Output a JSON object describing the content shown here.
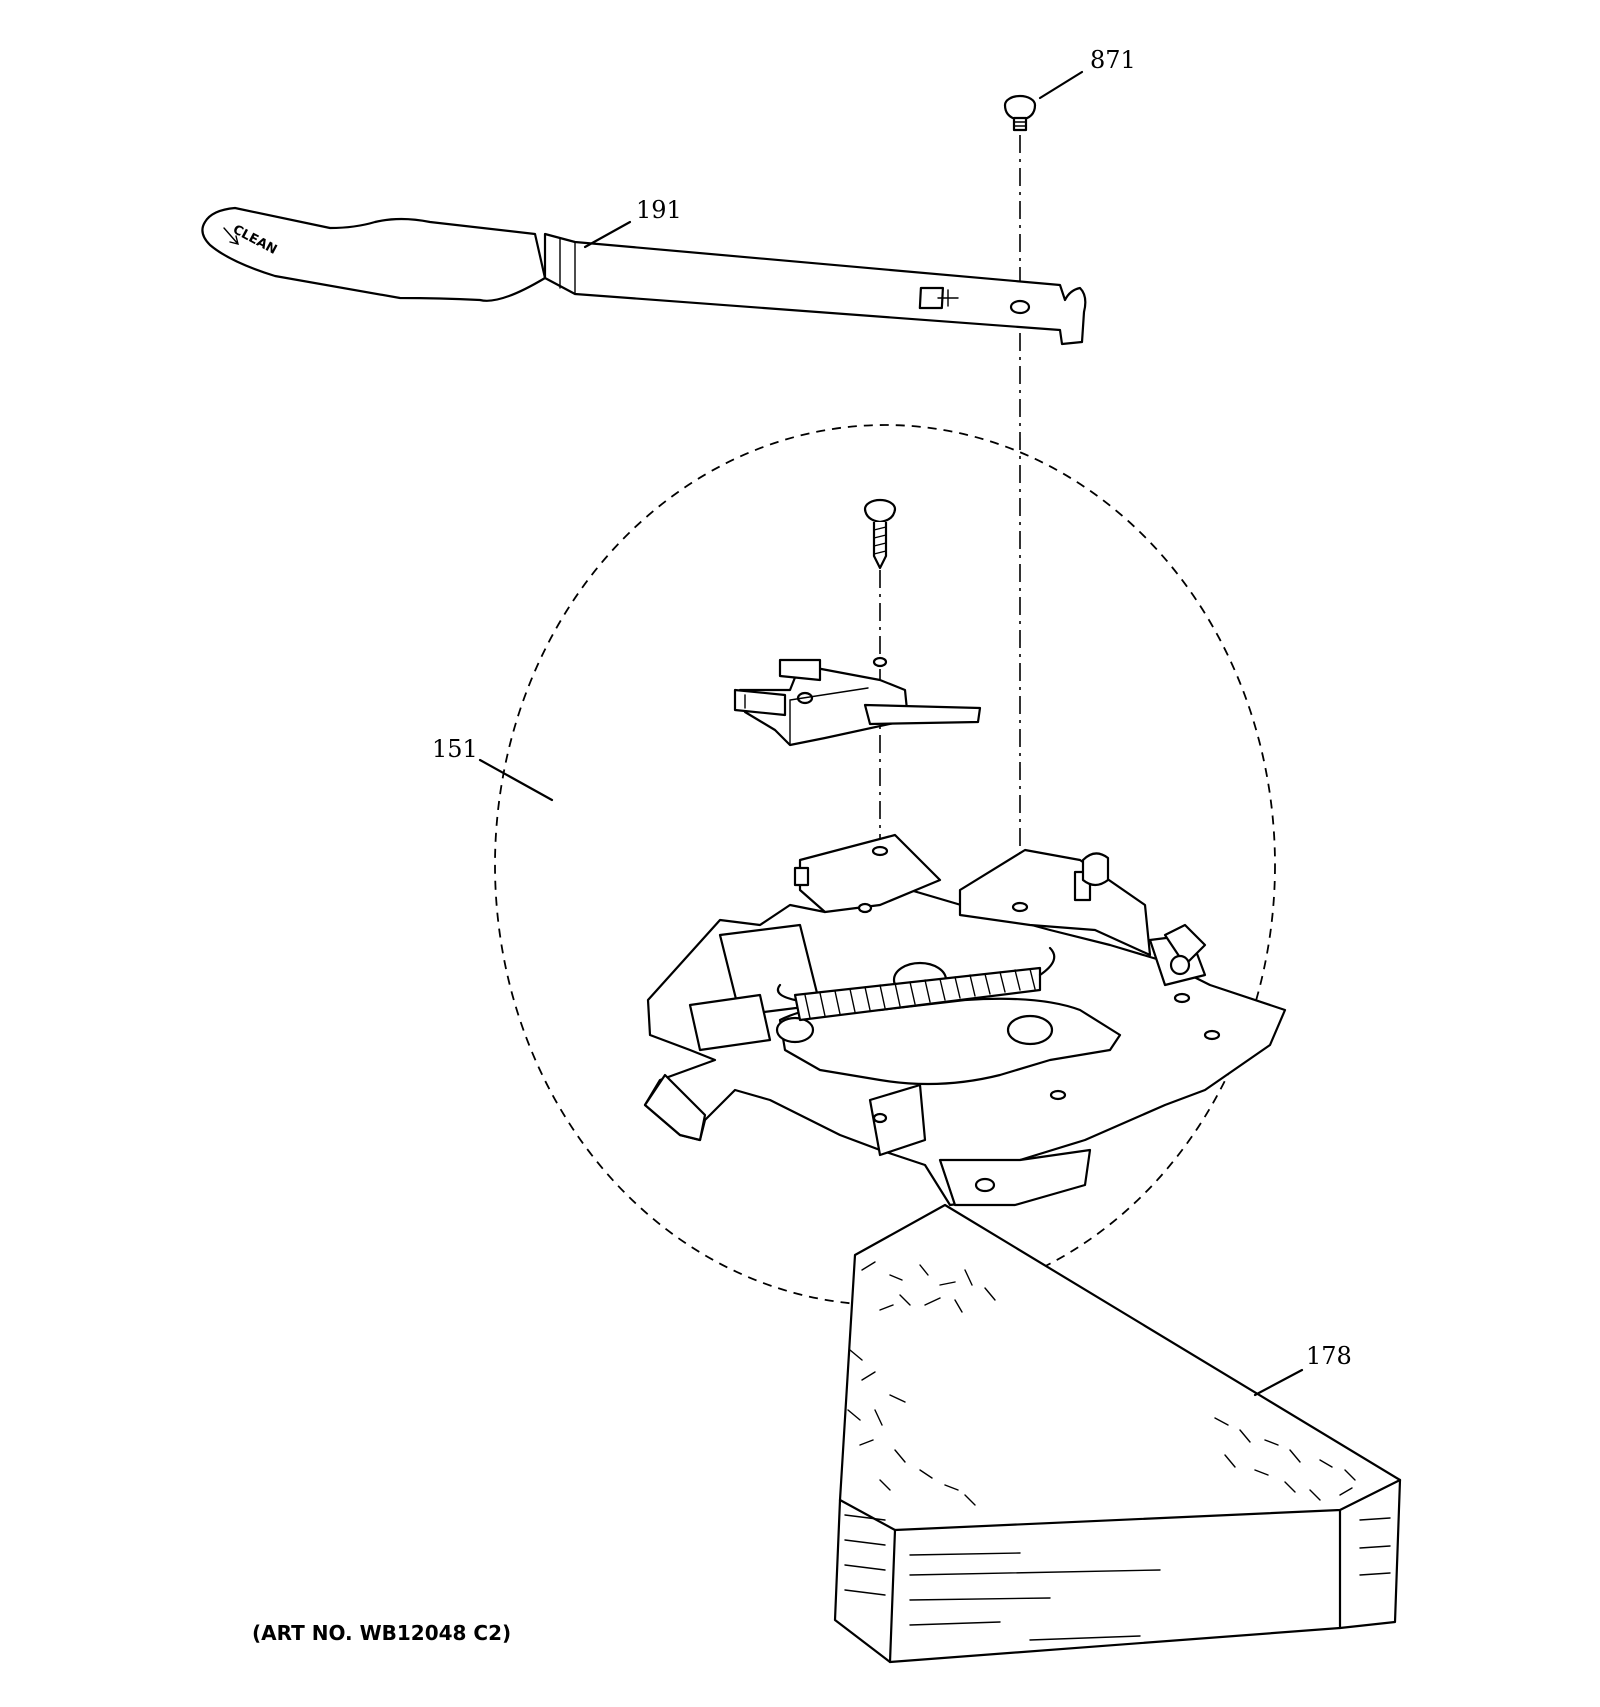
{
  "diagram": {
    "callouts": {
      "screw": "871",
      "lever": "191",
      "latch_assembly": "151",
      "insulation": "178"
    },
    "lever_stamp": "CLEAN",
    "art_number": "(ART NO. WB12048 C2)"
  }
}
